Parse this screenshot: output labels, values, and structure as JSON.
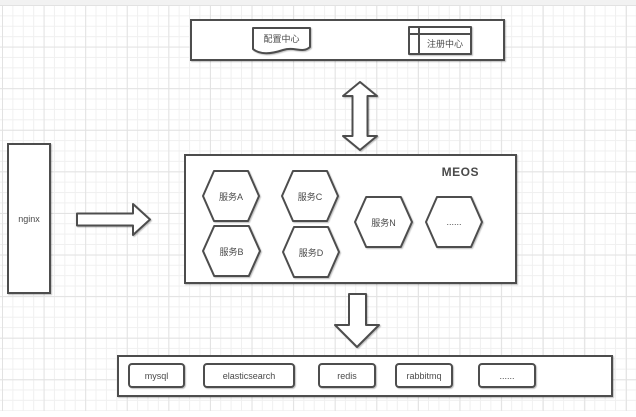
{
  "colors": {
    "shape_stroke": "#4d4d4d",
    "text": "#4a4a4a",
    "grid_minor": "#f0f0f0",
    "grid_major": "#e2e2e2",
    "canvas_edge_strip": "#f2f2f2",
    "shape_fill": "#ffffff"
  },
  "top_group": {
    "config_center_label": "配置中心",
    "registry_center_label": "注册中心"
  },
  "meos": {
    "label": "MEOS",
    "services": [
      "服务A",
      "服务B",
      "服务C",
      "服务D",
      "服务N",
      "......"
    ]
  },
  "nginx": {
    "label": "nginx"
  },
  "storage": {
    "items": [
      "mysql",
      "elasticsearch",
      "redis",
      "rabbitmq",
      "......"
    ]
  }
}
